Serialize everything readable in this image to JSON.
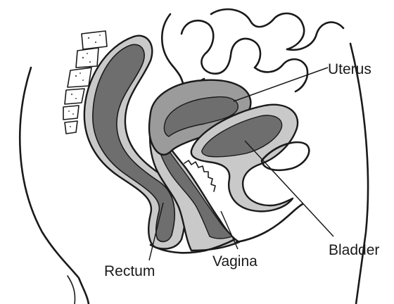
{
  "diagram": {
    "labels": {
      "uterus": "Uterus",
      "bladder": "Bladder",
      "rectum": "Rectum",
      "vagina": "Vagina"
    },
    "colors": {
      "ink": "#1a1a1a",
      "organ_light": "#c9c9c9",
      "organ_mid": "#9b9b9b",
      "organ_dark": "#6e6e6e",
      "vertebra": "#ffffff"
    }
  }
}
